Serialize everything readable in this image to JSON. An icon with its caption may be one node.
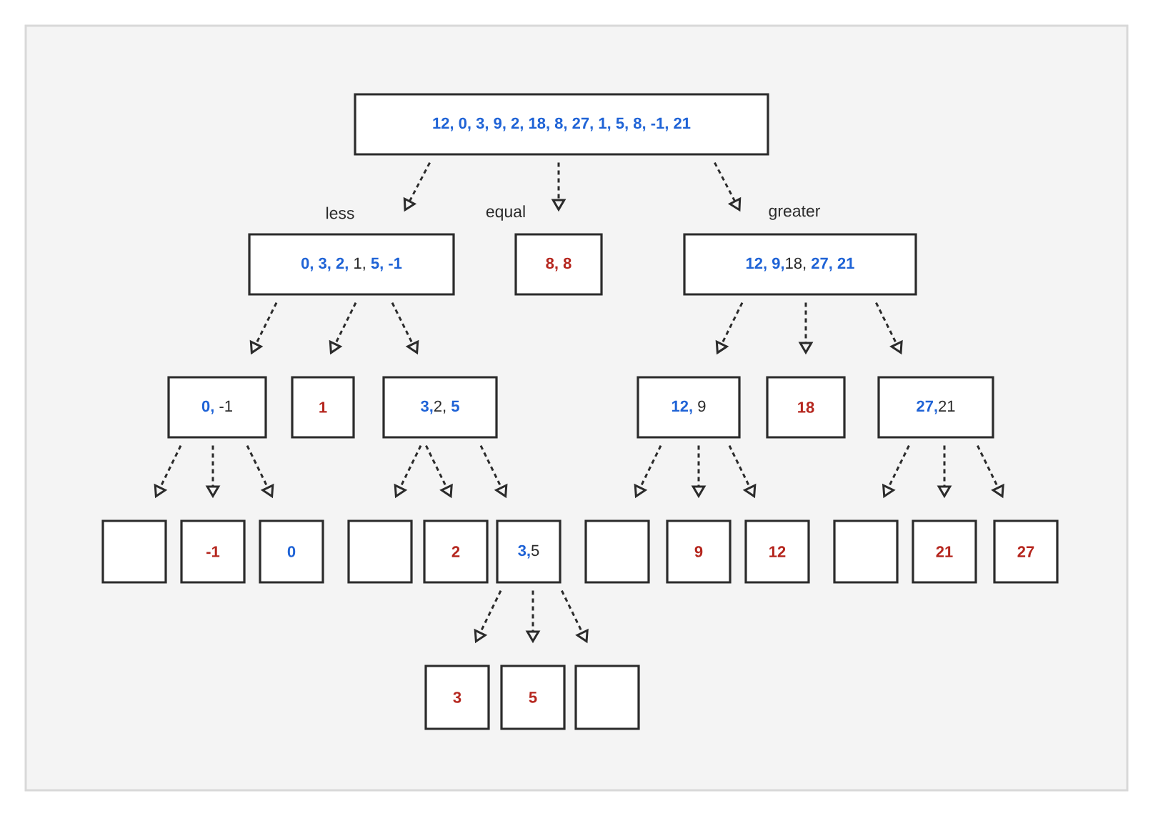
{
  "diagram": {
    "nodes": [
      {
        "text": [
          "12, 0, 3, 9, 2, 18, 8, 27, 1, 5, 8, -1, 21"
        ]
      },
      {
        "text": [
          "**0, 3, 2,** 1, **5, -1**"
        ]
      },
      {
        "text": [
          "8, 8"
        ]
      },
      {
        "text": [
          "**12, 9,**18, **27, 21**"
        ]
      },
      {
        "text": [
          "**0,** -1"
        ]
      },
      {
        "text": [
          "1"
        ]
      },
      {
        "text": [
          "**3,**2, **5**"
        ]
      },
      {
        "text": [
          "**12,** 9"
        ]
      },
      {
        "text": [
          "18"
        ]
      },
      {
        "text": [
          "**27,**21"
        ]
      },
      {
        "text": [],
        "shape": "box"
      },
      {
        "text": [
          "-1"
        ]
      },
      {
        "text": [
          "0"
        ]
      },
      {
        "text": [],
        "shape": "box"
      },
      {
        "text": [
          "2"
        ]
      },
      {
        "text": [
          "**3,**5"
        ]
      },
      {
        "text": [],
        "shape": "box"
      },
      {
        "text": [
          "9"
        ]
      },
      {
        "text": [
          "12"
        ]
      },
      {
        "text": [],
        "shape": "box"
      },
      {
        "text": [
          "21"
        ]
      },
      {
        "text": [
          "27"
        ]
      },
      {
        "text": [
          "3"
        ]
      },
      {
        "text": [
          "5"
        ]
      },
      {
        "text": [],
        "shape": "box"
      }
    ],
    "edges": [
      {
        "from": 0,
        "to": 1,
        "arrow": "to",
        "label": "less"
      },
      {
        "from": 0,
        "to": 2,
        "arrow": "to",
        "label": "equal"
      },
      {
        "from": 0,
        "to": 3,
        "arrow": "to",
        "label": "greater"
      },
      {
        "from": 1,
        "to": 4,
        "arrow": "to"
      },
      {
        "from": 1,
        "to": 5,
        "arrow": "to"
      },
      {
        "from": 1,
        "to": 6,
        "arrow": "to"
      },
      {
        "from": 3,
        "to": 7,
        "arrow": "to"
      },
      {
        "from": 3,
        "to": 8,
        "arrow": "to"
      },
      {
        "from": 3,
        "to": 9,
        "arrow": "to"
      },
      {
        "from": 4,
        "to": 10,
        "arrow": "to"
      },
      {
        "from": 4,
        "to": 11,
        "arrow": "to"
      },
      {
        "from": 4,
        "to": 12,
        "arrow": "to"
      },
      {
        "from": 6,
        "to": 13,
        "arrow": "to"
      },
      {
        "from": 6,
        "to": 14,
        "arrow": "to"
      },
      {
        "from": 6,
        "to": 15,
        "arrow": "to"
      },
      {
        "from": 7,
        "to": 16,
        "arrow": "to"
      },
      {
        "from": 7,
        "to": 17,
        "arrow": "to"
      },
      {
        "from": 7,
        "to": 18,
        "arrow": "to"
      },
      {
        "from": 9,
        "to": 19,
        "arrow": "to"
      },
      {
        "from": 9,
        "to": 20,
        "arrow": "to"
      },
      {
        "from": 9,
        "to": 21,
        "arrow": "to"
      },
      {
        "from": 15,
        "to": 22,
        "arrow": "to"
      },
      {
        "from": 15,
        "to": 23,
        "arrow": "to"
      },
      {
        "from": 15,
        "to": 24,
        "arrow": "to"
      }
    ]
  }
}
